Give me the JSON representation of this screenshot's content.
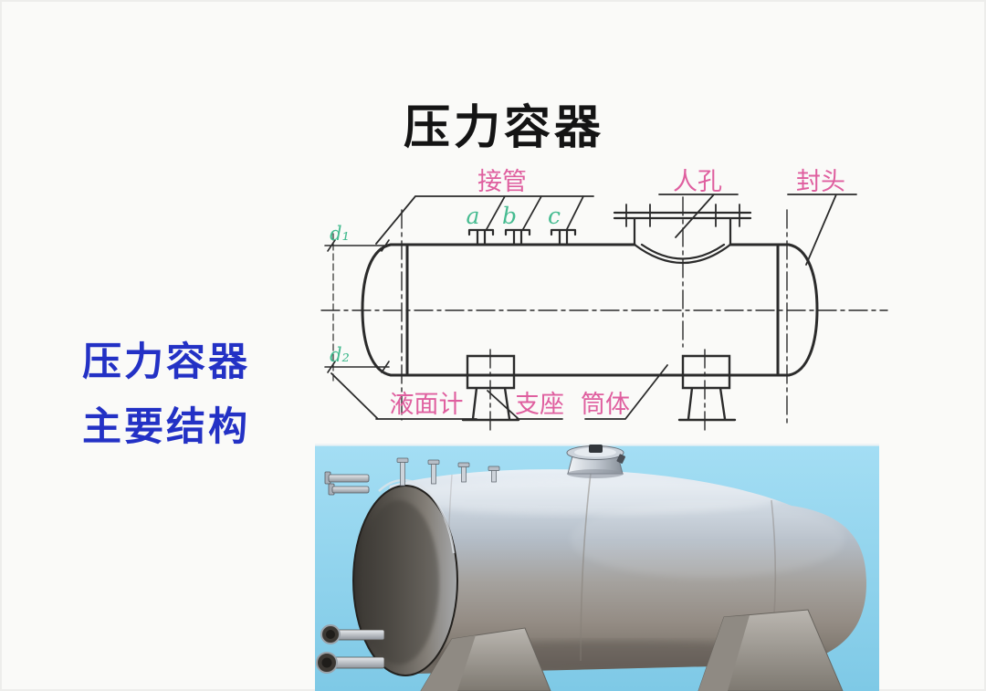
{
  "slide": {
    "title": "压力容器",
    "background": "#fafaf8"
  },
  "sidebar": {
    "line1": "压力容器",
    "line2": "主要结构",
    "text_color": "#2331c5"
  },
  "diagram": {
    "labels": {
      "nozzles": "接管",
      "manhole": "人孔",
      "head": "封头",
      "level_gauge": "液面计",
      "saddle": "支座",
      "shell": "筒体",
      "nozzle_a": "a",
      "nozzle_b": "b",
      "nozzle_c": "c",
      "dim_d1": "d₁",
      "dim_d2": "d₂"
    },
    "colors": {
      "label_magenta": "#df5f9f",
      "letter_teal": "#45bb90",
      "line": "#2b2b2b"
    }
  },
  "photo": {
    "alt": "卧式不锈钢压力容器照片",
    "sky_color": "#8fd2ec"
  }
}
